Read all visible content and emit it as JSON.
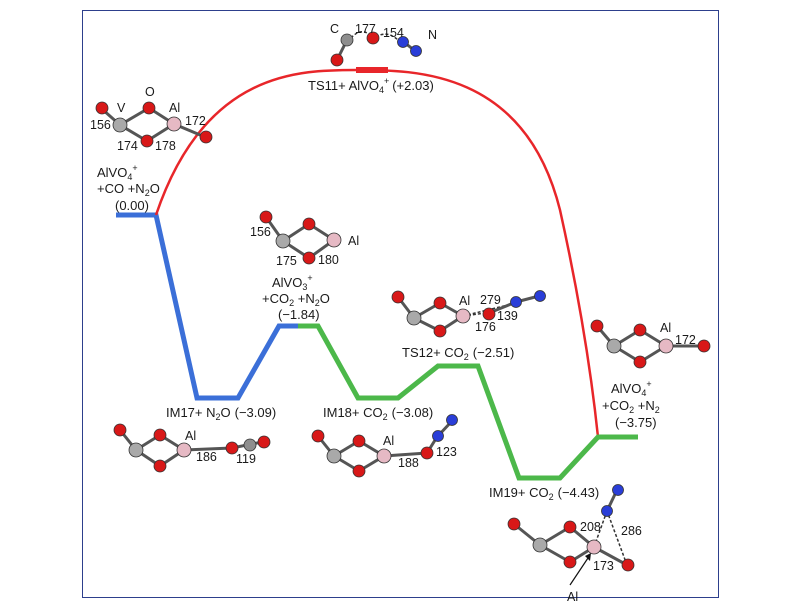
{
  "colors": {
    "frame": "#2d3f8c",
    "reactant_path": "#3b6fd8",
    "ts11_path": "#e8262a",
    "co2_path": "#4cb84a",
    "oxygen_atom": "#d81818",
    "vanadium_atom": "#a9a9a9",
    "aluminum_atom": "#e6b9c4",
    "nitrogen_atom": "#2a3ed8",
    "carbon_atom": "#8e8e8e"
  },
  "states": {
    "reactant": {
      "line1": "AlVO",
      "line1_sub": "4",
      "line1_sup": "+",
      "line2": "+CO +N",
      "line2_sub": "2",
      "line2_tail": "O",
      "energy_text": "(0.00)"
    },
    "ts11": {
      "name": "TS11+ AlVO",
      "name_sub": "4",
      "name_sup": "+",
      "energy_text": "(+2.03)"
    },
    "im17": {
      "name": "IM17+ N",
      "name_sub": "2",
      "name_tail": "O",
      "energy_text": "(−3.09)"
    },
    "mid": {
      "line1": "AlVO",
      "line1_sub": "3",
      "line1_sup": "+",
      "line2": "+CO",
      "line2_sub": "2",
      "line2_mid": " +N",
      "line2_sub2": "2",
      "line2_tail": "O",
      "energy_text": "(−1.84)"
    },
    "im18": {
      "name": "IM18+ CO",
      "name_sub": "2",
      "energy_text": "(−3.08)"
    },
    "ts12": {
      "name": "TS12+ CO",
      "name_sub": "2",
      "energy_text": "(−2.51)"
    },
    "im19": {
      "name": "IM19+ CO",
      "name_sub": "2",
      "energy_text": "(−4.43)"
    },
    "product": {
      "line1": "AlVO",
      "line1_sub": "4",
      "line1_sup": "+",
      "line2": "+CO",
      "line2_sub": "2",
      "line2_mid": " +N",
      "line2_sub2": "2",
      "energy_text": "(−3.75)"
    }
  },
  "structures": {
    "ts11": {
      "atom_c": "C",
      "atom_n": "N",
      "d1": "177",
      "d2": "154"
    },
    "reactant": {
      "atom_v": "V",
      "atom_o": "O",
      "atom_al": "Al",
      "d1": "156",
      "d2": "174",
      "d3": "178",
      "d4": "172"
    },
    "mid": {
      "atom_al": "Al",
      "d1": "156",
      "d2": "175",
      "d3": "180"
    },
    "ts12": {
      "atom_al": "Al",
      "d1": "279",
      "d2": "176",
      "d3": "139"
    },
    "product": {
      "atom_al": "Al",
      "d1": "172"
    },
    "im17": {
      "atom_al": "Al",
      "d1": "186",
      "d2": "119"
    },
    "im18": {
      "atom_al": "Al",
      "d1": "188",
      "d2": "123"
    },
    "im19": {
      "atom_al": "Al",
      "d1": "208",
      "d2": "286",
      "d3": "173"
    }
  }
}
